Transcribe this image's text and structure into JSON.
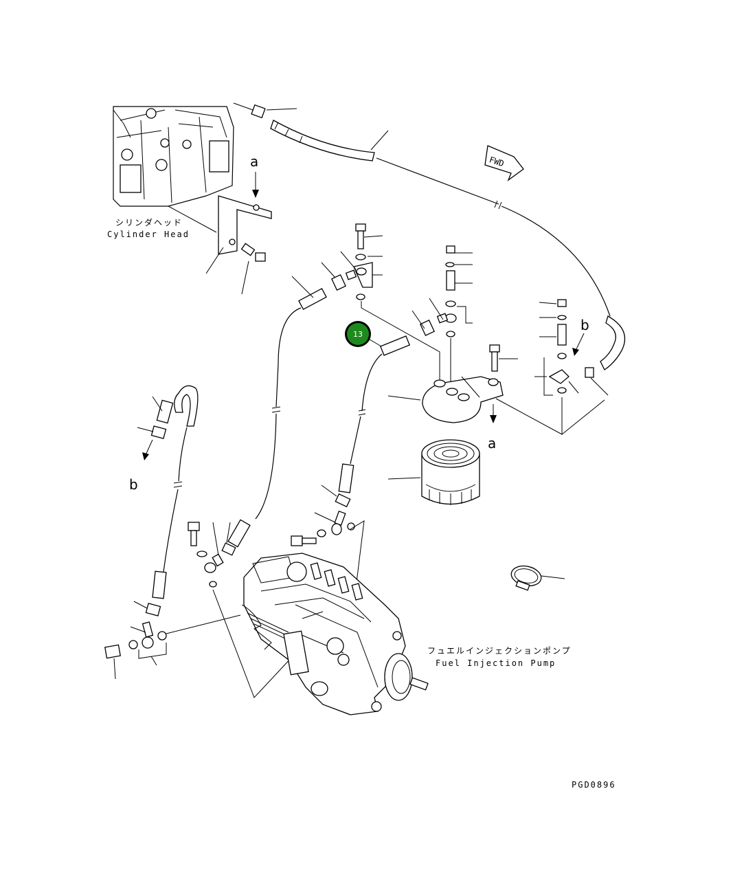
{
  "drawing_code": "PGD0896",
  "labels": {
    "cylinder_head_jp": "シリンダヘッド",
    "cylinder_head_en": "Cylinder Head",
    "fuel_pump_jp": "フュエルインジェクションポンプ",
    "fuel_pump_en": "Fuel Injection Pump",
    "fwd": "FWD"
  },
  "refs": {
    "a_top": "a",
    "a_filter": "a",
    "b_right": "b",
    "b_left": "b"
  },
  "callout": {
    "number": "13",
    "color": "#1e8a1e"
  }
}
